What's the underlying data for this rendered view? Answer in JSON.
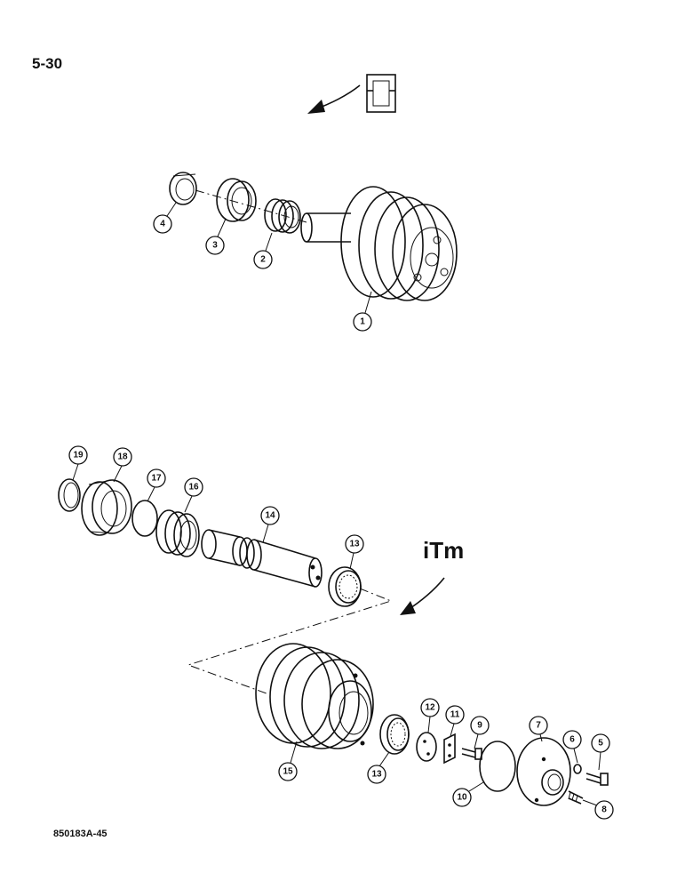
{
  "page_number": "5-30",
  "figure_code": "850183A-45",
  "callouts_top": [
    "1",
    "2",
    "3",
    "4"
  ],
  "callouts_bottom": [
    "5",
    "6",
    "7",
    "8",
    "9",
    "10",
    "11",
    "12",
    "13",
    "13",
    "14",
    "15",
    "16",
    "17",
    "18",
    "19"
  ],
  "logo_itm": "iTm",
  "icons": [
    "direction-arrow-icon",
    "track-roller-symbol-icon",
    "itm-logo-icon"
  ]
}
